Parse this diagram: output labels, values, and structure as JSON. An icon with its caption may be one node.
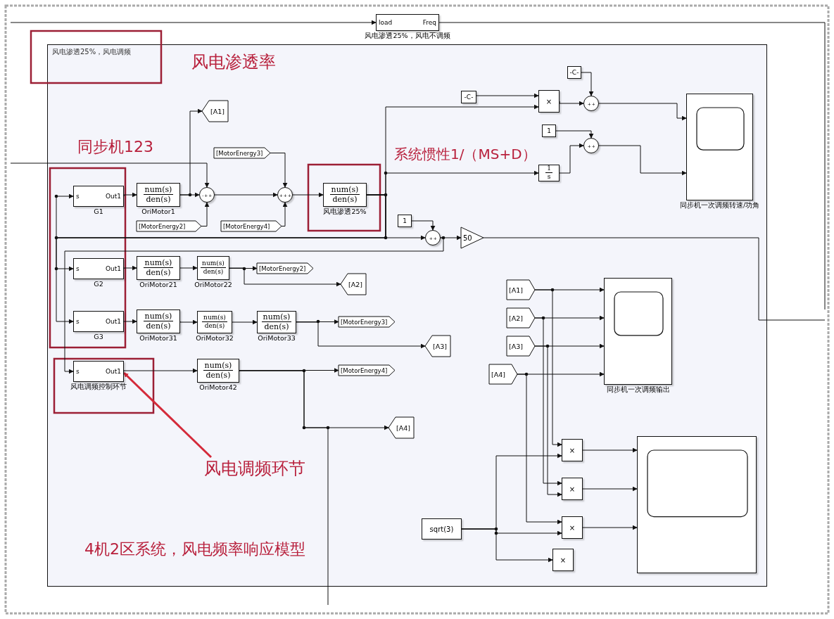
{
  "diagram": {
    "nodes": [
      {
        "text": [
          "风电渗透25%，风电调频"
        ]
      },
      {
        "text": [
          "load",
          "Freq"
        ],
        "beside": [
          "风电渗透25%，风电不调频"
        ]
      },
      {
        "text": [
          "s",
          "Out1"
        ],
        "beside": [
          "G1"
        ],
        "in": 0
      },
      {
        "text": [
          "num(s)",
          "den(s)"
        ],
        "beside": [
          "OriMotor1"
        ],
        "in": 0
      },
      {
        "text": [
          "- + +"
        ],
        "in": 0
      },
      {
        "text": [
          "[A1]"
        ],
        "in": 0
      },
      {
        "text": [
          "[MotorEnergy3]"
        ],
        "in": 0
      },
      {
        "text": [
          "[MotorEnergy2]"
        ],
        "in": 0
      },
      {
        "text": [
          "+ + +"
        ],
        "in": 0
      },
      {
        "text": [
          "[MotorEnergy4]"
        ],
        "in": 0
      },
      {
        "text": [
          "num(s)",
          "den(s)"
        ],
        "beside": [
          "风电渗透25%"
        ],
        "in": 0
      },
      {
        "text": [
          "-C-"
        ],
        "in": 0
      },
      {
        "text": [
          "×"
        ],
        "in": 0
      },
      {
        "text": [
          "-C-"
        ],
        "in": 0
      },
      {
        "text": [
          "+ +"
        ],
        "in": 0
      },
      {
        "text": [
          "1"
        ],
        "in": 0
      },
      {
        "text": [
          "+ +"
        ],
        "in": 0
      },
      {
        "text": [
          "1",
          "s"
        ],
        "in": 0
      },
      {
        "text": [],
        "shape": "box",
        "beside": [
          "同步机一次调频转速/功角"
        ],
        "in": 0
      },
      {
        "text": [
          "1"
        ],
        "in": 0
      },
      {
        "text": [
          "+ +"
        ],
        "in": 0
      },
      {
        "text": [
          "50"
        ],
        "in": 0
      },
      {
        "text": [
          "s",
          "Out1"
        ],
        "beside": [
          "G2"
        ],
        "in": 0
      },
      {
        "text": [
          "num(s)",
          "den(s)"
        ],
        "beside": [
          "OriMotor21"
        ],
        "in": 0
      },
      {
        "text": [
          "num(s)",
          "den(s)"
        ],
        "beside": [
          "OriMotor22"
        ],
        "in": 0
      },
      {
        "text": [
          "[MotorEnergy2]"
        ],
        "in": 0
      },
      {
        "text": [
          "[A2]"
        ],
        "in": 0
      },
      {
        "text": [
          "s",
          "Out1"
        ],
        "beside": [
          "G3"
        ],
        "in": 0
      },
      {
        "text": [
          "num(s)",
          "den(s)"
        ],
        "beside": [
          "OriMotor31"
        ],
        "in": 0
      },
      {
        "text": [
          "num(s)",
          "den(s)"
        ],
        "beside": [
          "OriMotor32"
        ],
        "in": 0
      },
      {
        "text": [
          "num(s)",
          "den(s)"
        ],
        "beside": [
          "OriMotor33"
        ],
        "in": 0
      },
      {
        "text": [
          "[MotorEnergy3]"
        ],
        "in": 0
      },
      {
        "text": [
          "[A3]"
        ],
        "in": 0
      },
      {
        "text": [
          "s",
          "Out1"
        ],
        "beside": [
          "风电调频控制环节"
        ],
        "in": 0
      },
      {
        "text": [
          "num(s)",
          "den(s)"
        ],
        "beside": [
          "OriMotor42"
        ],
        "in": 0
      },
      {
        "text": [
          "[MotorEnergy4]"
        ],
        "in": 0
      },
      {
        "text": [
          "[A4]"
        ],
        "in": 0
      },
      {
        "text": [
          "[A1]"
        ],
        "in": 0
      },
      {
        "text": [
          "[A2]"
        ],
        "in": 0
      },
      {
        "text": [
          "[A3]"
        ],
        "in": 0
      },
      {
        "text": [
          "[A4]"
        ],
        "in": 0
      },
      {
        "text": [],
        "shape": "box",
        "beside": [
          "同步机一次调频输出"
        ],
        "in": 0
      },
      {
        "text": [
          "sqrt(3)"
        ],
        "in": 0
      },
      {
        "text": [
          "×"
        ],
        "in": 0
      },
      {
        "text": [
          "×"
        ],
        "in": 0
      },
      {
        "text": [
          "×"
        ],
        "in": 0
      },
      {
        "text": [
          "×"
        ],
        "in": 0
      },
      {
        "text": [],
        "shape": "box",
        "in": 0
      },
      {
        "text": [
          "风电调频环节"
        ],
        "in": 0
      }
    ],
    "edges": [
      {
        "from": null,
        "to": 1,
        "arrow": "to"
      },
      {
        "from": 1,
        "to": null,
        "arrow": "none"
      },
      {
        "from": null,
        "to": 4,
        "arrow": "to"
      },
      {
        "from": 2,
        "to": 3,
        "arrow": "to"
      },
      {
        "from": 3,
        "to": 4,
        "arrow": "to"
      },
      {
        "from": 3,
        "to": 5,
        "arrow": "to"
      },
      {
        "from": 7,
        "to": 4,
        "arrow": "to"
      },
      {
        "from": 4,
        "to": 8,
        "arrow": "to"
      },
      {
        "from": 6,
        "to": 8,
        "arrow": "to"
      },
      {
        "from": 9,
        "to": 8,
        "arrow": "to"
      },
      {
        "from": 8,
        "to": 10,
        "arrow": "to"
      },
      {
        "from": 10,
        "to": 12,
        "arrow": "to"
      },
      {
        "from": 11,
        "to": 12,
        "arrow": "to"
      },
      {
        "from": 12,
        "to": 14,
        "arrow": "to"
      },
      {
        "from": 13,
        "to": 14,
        "arrow": "to"
      },
      {
        "from": 10,
        "to": 17,
        "arrow": "to"
      },
      {
        "from": 17,
        "to": 16,
        "arrow": "to"
      },
      {
        "from": 15,
        "to": 16,
        "arrow": "to"
      },
      {
        "from": 14,
        "to": 18,
        "arrow": "to"
      },
      {
        "from": 16,
        "to": 18,
        "arrow": "to"
      },
      {
        "from": 10,
        "to": 20,
        "arrow": "to"
      },
      {
        "from": 19,
        "to": 20,
        "arrow": "to"
      },
      {
        "from": 20,
        "to": 21,
        "arrow": "to"
      },
      {
        "from": 20,
        "to": 33,
        "arrow": "to"
      },
      {
        "from": 21,
        "to": null,
        "arrow": "none"
      },
      {
        "from": 10,
        "to": 2,
        "arrow": "to"
      },
      {
        "from": 10,
        "to": 22,
        "arrow": "to"
      },
      {
        "from": 10,
        "to": 27,
        "arrow": "to"
      },
      {
        "from": 22,
        "to": 23,
        "arrow": "to"
      },
      {
        "from": 23,
        "to": 24,
        "arrow": "to"
      },
      {
        "from": 24,
        "to": 25,
        "arrow": "to"
      },
      {
        "from": 24,
        "to": 26,
        "arrow": "to"
      },
      {
        "from": 27,
        "to": 28,
        "arrow": "to"
      },
      {
        "from": 28,
        "to": 29,
        "arrow": "to"
      },
      {
        "from": 29,
        "to": 30,
        "arrow": "to"
      },
      {
        "from": 30,
        "to": 31,
        "arrow": "to"
      },
      {
        "from": 30,
        "to": 32,
        "arrow": "to"
      },
      {
        "from": 33,
        "to": 34,
        "arrow": "to"
      },
      {
        "from": 34,
        "to": 35,
        "arrow": "to"
      },
      {
        "from": 34,
        "to": 36,
        "arrow": "to"
      },
      {
        "from": 37,
        "to": 41,
        "arrow": "to"
      },
      {
        "from": 38,
        "to": 41,
        "arrow": "to"
      },
      {
        "from": 39,
        "to": 41,
        "arrow": "to"
      },
      {
        "from": 40,
        "to": 41,
        "arrow": "to"
      },
      {
        "from": 37,
        "to": 43,
        "arrow": "to"
      },
      {
        "from": 42,
        "to": 43,
        "arrow": "to"
      },
      {
        "from": 38,
        "to": 44,
        "arrow": "to"
      },
      {
        "from": 39,
        "to": 44,
        "arrow": "to"
      },
      {
        "from": 40,
        "to": 45,
        "arrow": "to"
      },
      {
        "from": 42,
        "to": 45,
        "arrow": "to"
      },
      {
        "from": 42,
        "to": 46,
        "arrow": "to"
      },
      {
        "from": 43,
        "to": 47,
        "arrow": "to"
      },
      {
        "from": 44,
        "to": 47,
        "arrow": "to"
      },
      {
        "from": 45,
        "to": 47,
        "arrow": "to"
      },
      {
        "from": 48,
        "to": 33,
        "arrow": "to",
        "style": "thick",
        "color": "#d42a3a"
      },
      {
        "from": 34,
        "to": null,
        "arrow": "none"
      }
    ],
    "labels": [
      "风电渗透率",
      "同步机123",
      "系统惯性1/（MS+D）",
      "4机2区系统，风电频率响应模型"
    ]
  }
}
